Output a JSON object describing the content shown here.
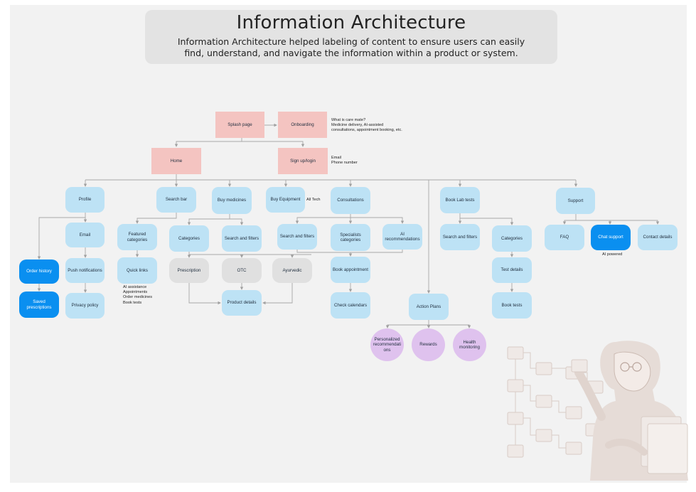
{
  "header": {
    "title": "Information Architecture",
    "description": "Information Architecture helped labeling of content to ensure users can easily find, understand, and navigate the information within a product or system."
  },
  "nodes": {
    "splash": "Splash page",
    "onboarding": "Onboarding",
    "home": "Home",
    "signup": "Sign up/login",
    "profile": "Profile",
    "search_bar": "Search bar",
    "buy_medicines": "Buy medicines",
    "buy_equipment": "Buy Equipment",
    "consultations": "Consultations",
    "book_lab_tests": "Book Lab tests",
    "support": "Support",
    "email": "Email",
    "push_notifications": "Push notifications",
    "privacy_policy": "Privacy policy",
    "order_history": "Order history",
    "saved_prescriptions": "Saved prescriptions",
    "featured_categories": "Featured categories",
    "quick_links": "Quick links",
    "categories_med": "Categories",
    "search_filters_med": "Search and filters",
    "prescription": "Prescription",
    "otc": "OTC",
    "ayurvedic": "Ayurvedic",
    "product_details": "Product details",
    "search_filters_cons": "Search and filters",
    "specialists_categories": "Specialists categories",
    "ai_recommendations": "AI recommendations",
    "book_appointment": "Book appointment",
    "check_calendars": "Check calendars",
    "action_plans": "Action Plans",
    "personalized_recommendations": "Personalized recommendati ons",
    "rewards": "Rewards",
    "health_monitoring": "Health monitoring",
    "search_filters_lab": "Search and filters",
    "categories_lab": "Categories",
    "test_details": "Test details",
    "book_tests": "Book tests",
    "faq": "FAQ",
    "chat_support": "Chat support",
    "contact_details": "Contact details"
  },
  "notes": {
    "onboarding_note": "What is care mate?\nMedicine delivery, AI-assisted\nconsultations, appointment booking, etc.",
    "signup_note": "Email\nPhone number",
    "equipment_note": "All Tech",
    "quick_links_note": "AI assistance\nAppointments\nOrder medicines\nBook tests",
    "chat_note": "AI powered"
  },
  "colors": {
    "canvas": "#f2f2f2",
    "header_bg": "#e3e3e3",
    "pink": "#f4c4c1",
    "light_blue": "#bde2f5",
    "dark_blue": "#0a8ff0",
    "grey": "#e0e0e0",
    "purple": "#dfc2ee",
    "connector": "#a8a8a8"
  }
}
